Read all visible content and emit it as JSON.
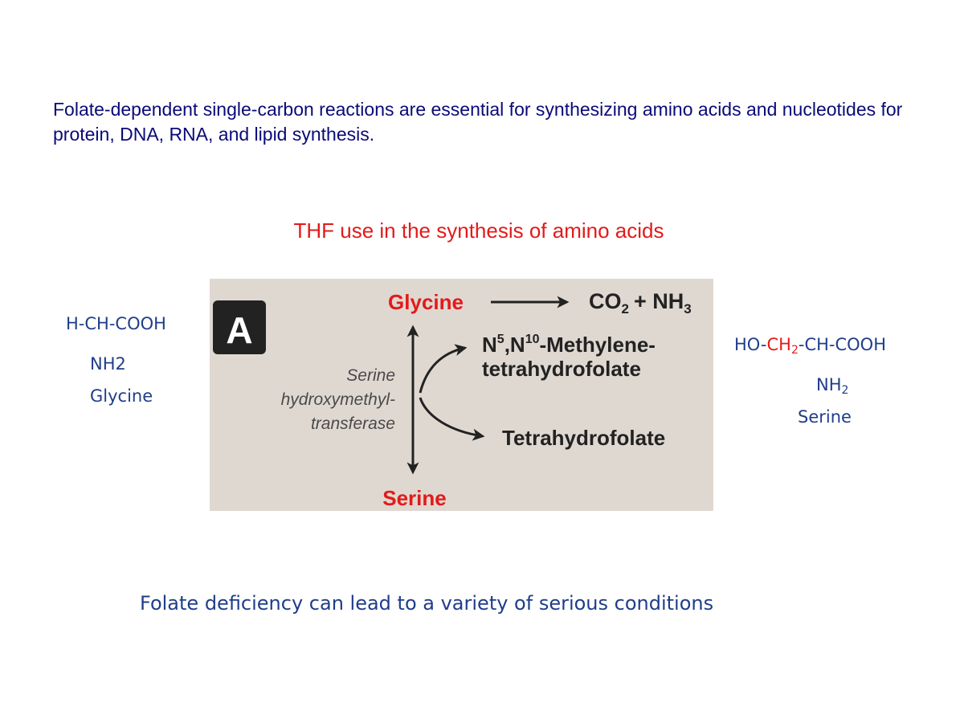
{
  "intro_text": "Folate-dependent single-carbon reactions are essential for synthesizing amino acids and nucleotides for protein, DNA, RNA, and lipid synthesis.",
  "section_title": "THF use in the synthesis of amino acids",
  "glycine_structure": {
    "formula": "H-CH-COOH",
    "amine": "NH2",
    "name": "Glycine"
  },
  "serine_structure": {
    "formula_prefix": "HO-",
    "formula_highlight": "CH",
    "formula_highlight_sub": "2",
    "formula_suffix": "-CH-COOH",
    "amine": "NH",
    "amine_sub": "2",
    "name": "Serine"
  },
  "diagram": {
    "panel_letter": "A",
    "glycine_label": "Glycine",
    "serine_label": "Serine",
    "products": {
      "co2": "CO",
      "co2_sub": "2",
      "plus": "+ NH",
      "nh3_sub": "3"
    },
    "methylene_thf": {
      "n": "N",
      "sup5": "5",
      "mid": ",N",
      "sup10": "10",
      "rest": "-Methylene-",
      "line2": "tetrahydrofolate"
    },
    "thf_label": "Tetrahydrofolate",
    "enzyme_lines": [
      "Serine",
      "hydroxymethyl-",
      "transferase"
    ]
  },
  "footer_text": "Folate deficiency can lead to a variety of serious conditions",
  "colors": {
    "intro_text": "#0a0a78",
    "title_red": "#e31a1a",
    "formula_blue": "#1f3d8a",
    "diagram_background": "#dfd8d1",
    "diagram_dark": "#222222",
    "diagram_red": "#e31a1a",
    "enzyme_gray": "#4a4a4a"
  }
}
